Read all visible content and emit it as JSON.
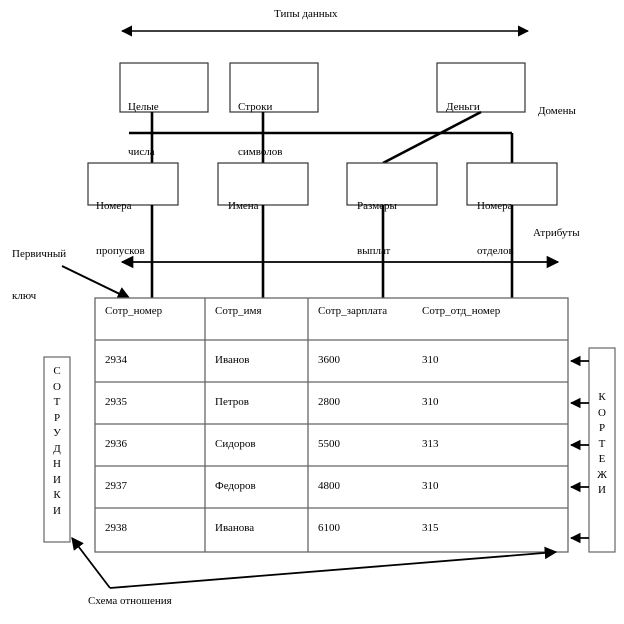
{
  "diagram": {
    "title_top": "Типы данных",
    "side_labels": {
      "domains": "Домены",
      "attributes": "Атрибуты",
      "primary_key_line1": "Первичный",
      "primary_key_line2": "ключ",
      "relation_schema": "Схема отношения"
    },
    "vertical_labels": {
      "left_box": "СОТРУДНИКИ",
      "right_box": "КОРТЕЖИ"
    },
    "domain_boxes": [
      {
        "line1": "Целые",
        "line2": "числа"
      },
      {
        "line1": "Строки",
        "line2": "символов"
      },
      {
        "line1": "Деньги",
        "line2": ""
      }
    ],
    "attribute_boxes": [
      {
        "line1": "Номера",
        "line2": "пропусков"
      },
      {
        "line1": "Имена",
        "line2": ""
      },
      {
        "line1": "Размеры",
        "line2": "выплат"
      },
      {
        "line1": "Номера",
        "line2": "отделов"
      }
    ],
    "colors": {
      "stroke": "#000000",
      "background": "#ffffff",
      "table_border": "#666666"
    }
  },
  "table": {
    "columns": [
      "Сотр_номер",
      "Сотр_имя",
      "Сотр_зарплата",
      "Сотр_отд_номер"
    ],
    "rows": [
      [
        "2934",
        "Иванов",
        "3600",
        "310"
      ],
      [
        "2935",
        "Петров",
        "2800",
        "310"
      ],
      [
        "2936",
        "Сидоров",
        "5500",
        "313"
      ],
      [
        "2937",
        "Федоров",
        "4800",
        "310"
      ],
      [
        "2938",
        "Иванова",
        "6100",
        "315"
      ]
    ]
  }
}
